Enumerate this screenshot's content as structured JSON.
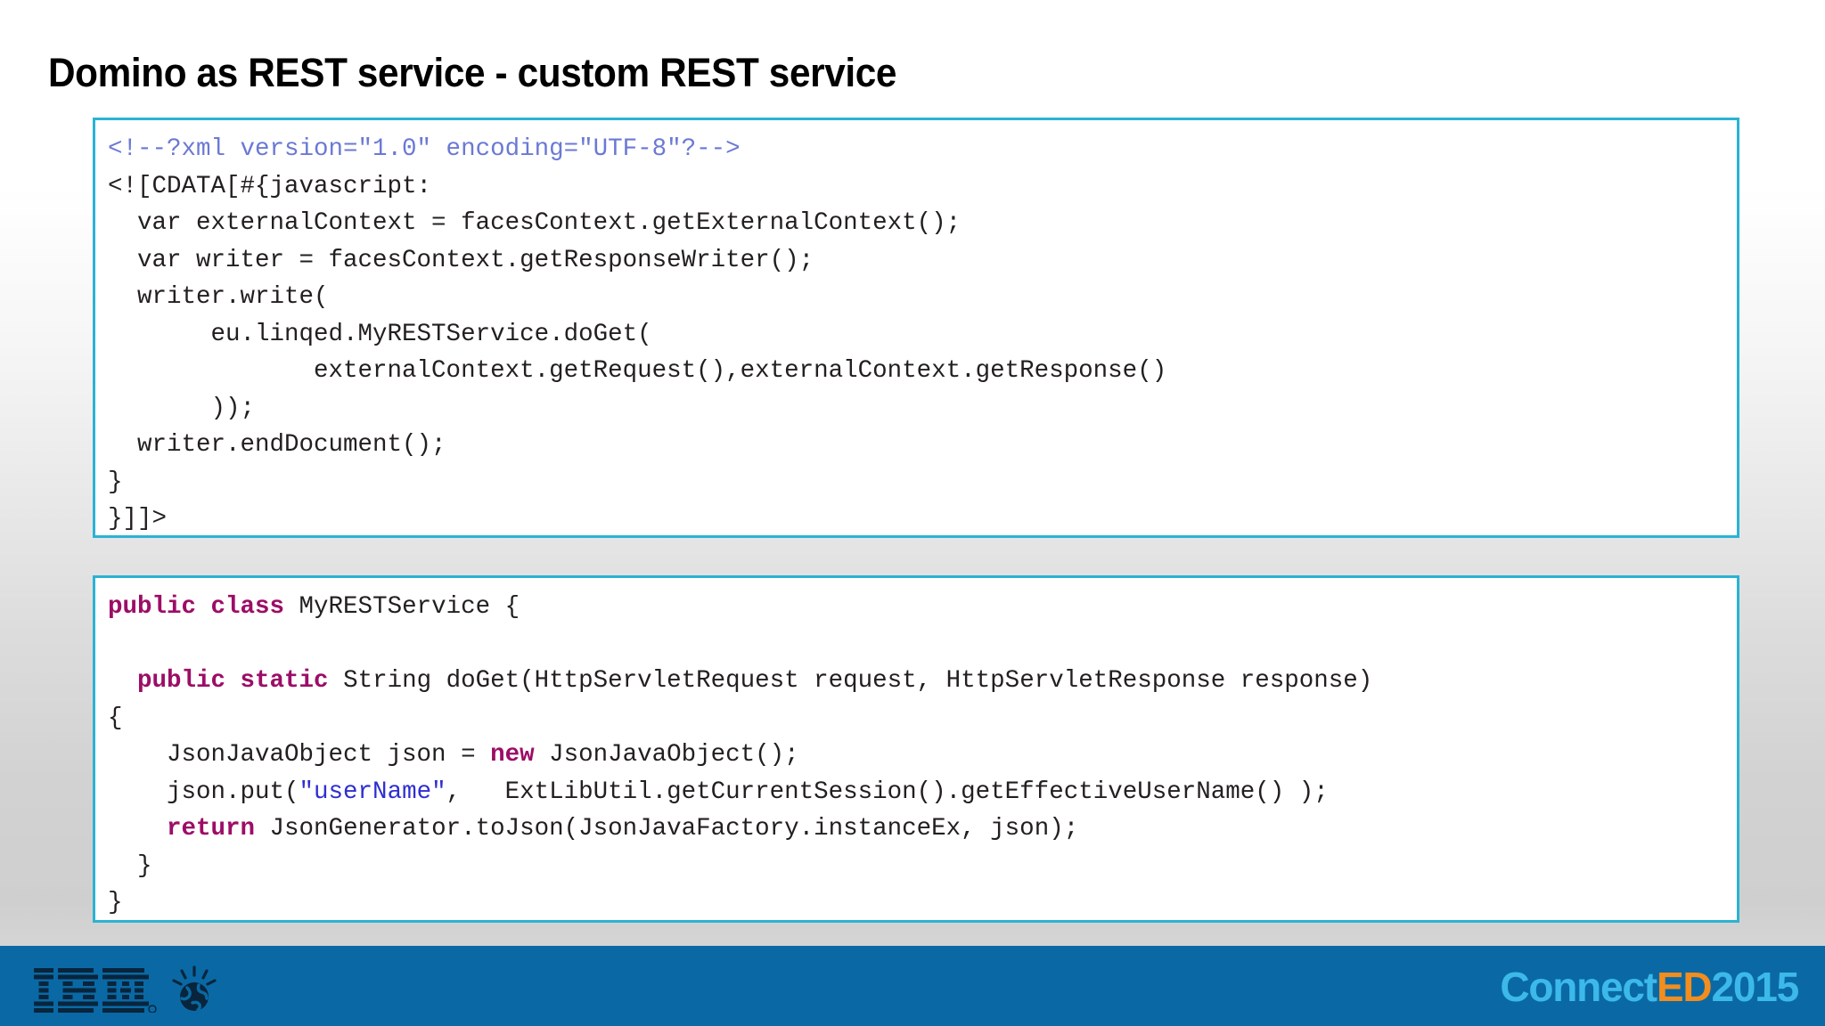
{
  "slide": {
    "title": "Domino as REST service - custom REST service",
    "accent_border": "#2ab3d4",
    "background": "#ffffff"
  },
  "code_blocks": [
    {
      "name": "xaml-rest-service-snippet",
      "language": "xml",
      "lines": [
        "<!--?xml version=\"1.0\" encoding=\"UTF-8\"?-->",
        "<![CDATA[#{javascript:",
        "  var externalContext = facesContext.getExternalContext();",
        "  var writer = facesContext.getResponseWriter();",
        "  writer.write(",
        "       eu.linqed.MyRESTService.doGet(",
        "              externalContext.getRequest(),externalContext.getResponse()",
        "       ));",
        "  writer.endDocument();",
        "}",
        "}]]>"
      ]
    },
    {
      "name": "java-rest-service-snippet",
      "language": "java",
      "lines": [
        "public class MyRESTService {",
        "",
        "  public static String doGet(HttpServletRequest request, HttpServletResponse response)",
        "{",
        "    JsonJavaObject json = new JsonJavaObject();",
        "    json.put(\"userName\",   ExtLibUtil.getCurrentSession().getEffectiveUserName() );",
        "    return JsonGenerator.toJson(JsonJavaFactory.instanceEx, json);",
        "  }",
        "}"
      ]
    }
  ],
  "footer": {
    "background": "#0a69a4",
    "brand_ibm": "IBM",
    "connected": {
      "connect_text": "Connect",
      "ed_text": "ED",
      "year_text": "2015",
      "connect_color": "#3cb9e8",
      "ed_color": "#f28d1e"
    }
  }
}
